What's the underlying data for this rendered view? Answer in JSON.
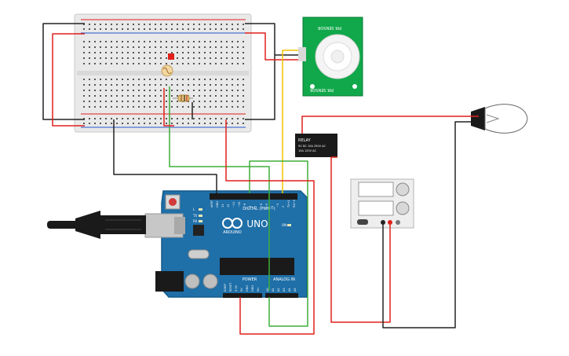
{
  "arduino": {
    "brand": "ARDUINO",
    "model": "UNO",
    "digital_header": "DIGITAL (PWM~)",
    "power_header": "POWER",
    "analog_header": "ANALOG IN",
    "digital_pins": [
      "AREF",
      "GND",
      "13",
      "12",
      "~11",
      "~10",
      "~9",
      "8",
      "7",
      "~6",
      "~5",
      "4",
      "~3",
      "2",
      "TX→1",
      "RX←0"
    ],
    "power_pins": [
      "IOREF",
      "RESET",
      "3.3V",
      "5V",
      "GND",
      "GND",
      "Vin"
    ],
    "analog_pins": [
      "A0",
      "A1",
      "A2",
      "A3",
      "A4",
      "A5"
    ],
    "leds": [
      "L",
      "TX",
      "RX",
      "ON"
    ]
  },
  "pir_sensor": {
    "label_top": "PIR SENSOR",
    "label_bottom": "PIR SENSOR"
  },
  "relay": {
    "title": "RELAY",
    "lines": [
      "5V DC 10A 250V AC",
      "10A 125V AC"
    ]
  },
  "colors": {
    "wire_red": "#e0201b",
    "wire_black": "#222222",
    "wire_green": "#3fae3a",
    "wire_yellow": "#f2c200",
    "arduino_board": "#1f6fa8",
    "pcb_green": "#10a84a"
  }
}
